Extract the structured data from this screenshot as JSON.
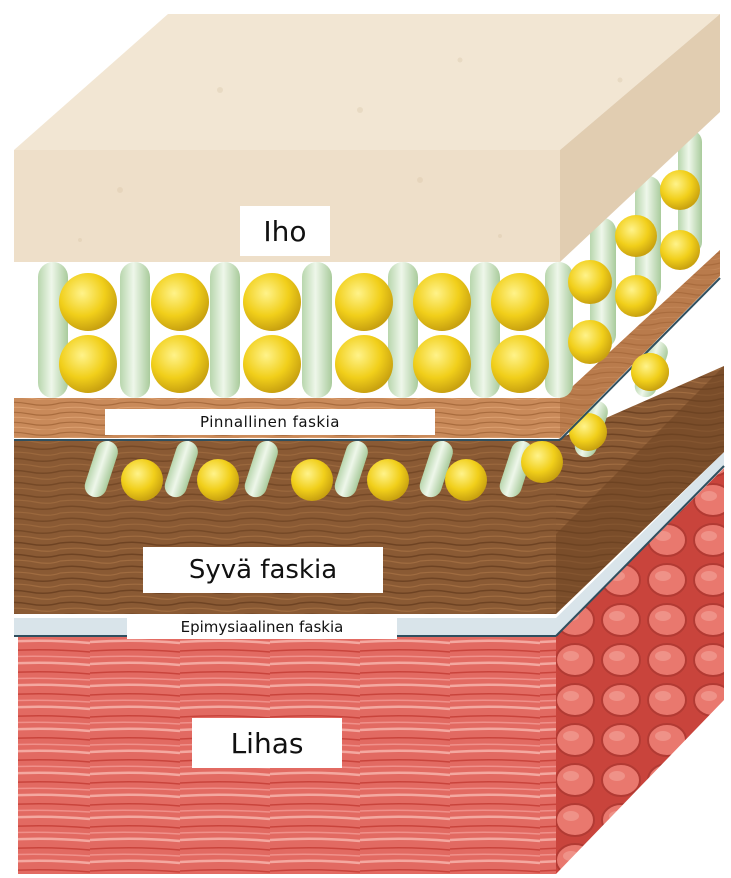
{
  "diagram": {
    "layers": [
      {
        "id": "skin",
        "label": "Iho",
        "color": "#eedfc9"
      },
      {
        "id": "superficial-fascia",
        "label": "Pinnallinen faskia",
        "color": "#c98a5a"
      },
      {
        "id": "deep-fascia",
        "label": "Syvä faskia",
        "color": "#8a5a34"
      },
      {
        "id": "epimysial-fascia",
        "label": "Epimysiaalinen faskia",
        "color": "#d9e4ea"
      },
      {
        "id": "muscle",
        "label": "Lihas",
        "color": "#e26a62"
      }
    ],
    "colors": {
      "fiber": "#d9ecd3",
      "fat_globule": "#f1cf1a",
      "membrane": "#2f4f5f"
    }
  }
}
